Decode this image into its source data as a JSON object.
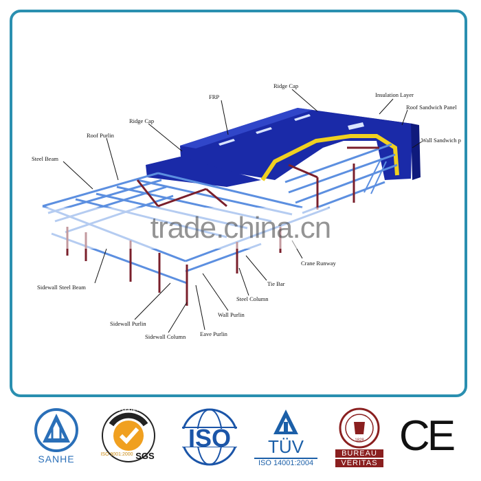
{
  "diagram": {
    "labels": {
      "frp": "FRP",
      "ridge_cap_top": "Ridge Cap",
      "insulation_layer": "Insulation Layer",
      "roof_sandwich_panel": "Roof Sandwich Panel",
      "wall_sandwich_panel": "Wall Sandwich p",
      "ridge_cap_left": "Ridge Cap",
      "roof_purlin": "Roof Purlin",
      "steel_beam": "Steel Beam",
      "crane_runway": "Crane Runway",
      "tie_bar": "Tie Bar",
      "sidewall_steel_beam": "Sidewall Steel Beam",
      "steel_column": "Steel Column",
      "wall_purlin": "Wall Purlin",
      "sidewall_purlin": "Sidewall Purlin",
      "eave_purlin": "Eave Purlin",
      "sidewall_column": "Sidewall Column"
    },
    "watermark": "trade.china.cn",
    "colors": {
      "frame": "#2a8fb0",
      "roof": "#1726a6",
      "frame_steel": "#7a1f2b",
      "purlin": "#5c8fe0",
      "insulation": "#f0d020"
    }
  },
  "certifications": {
    "sanhe": {
      "name": "SANHE",
      "icon": "sanhe-logo-icon"
    },
    "sgs": {
      "ring_text": "SYSTEM CERTIFICATION",
      "sub": "ISO 9001:2000",
      "name": "SGS",
      "icon": "sgs-logo-icon"
    },
    "iso": {
      "name": "ISO",
      "icon": "iso-globe-icon"
    },
    "tuv": {
      "name": "TÜV",
      "sub": "ISO 14001:2004",
      "icon": "tuv-logo-icon"
    },
    "bureau_veritas": {
      "top": "BUREAU",
      "bottom": "VERITAS",
      "year": "1828",
      "icon": "bureau-veritas-seal-icon"
    },
    "ce": {
      "name": "CE",
      "icon": "ce-mark-icon"
    }
  }
}
